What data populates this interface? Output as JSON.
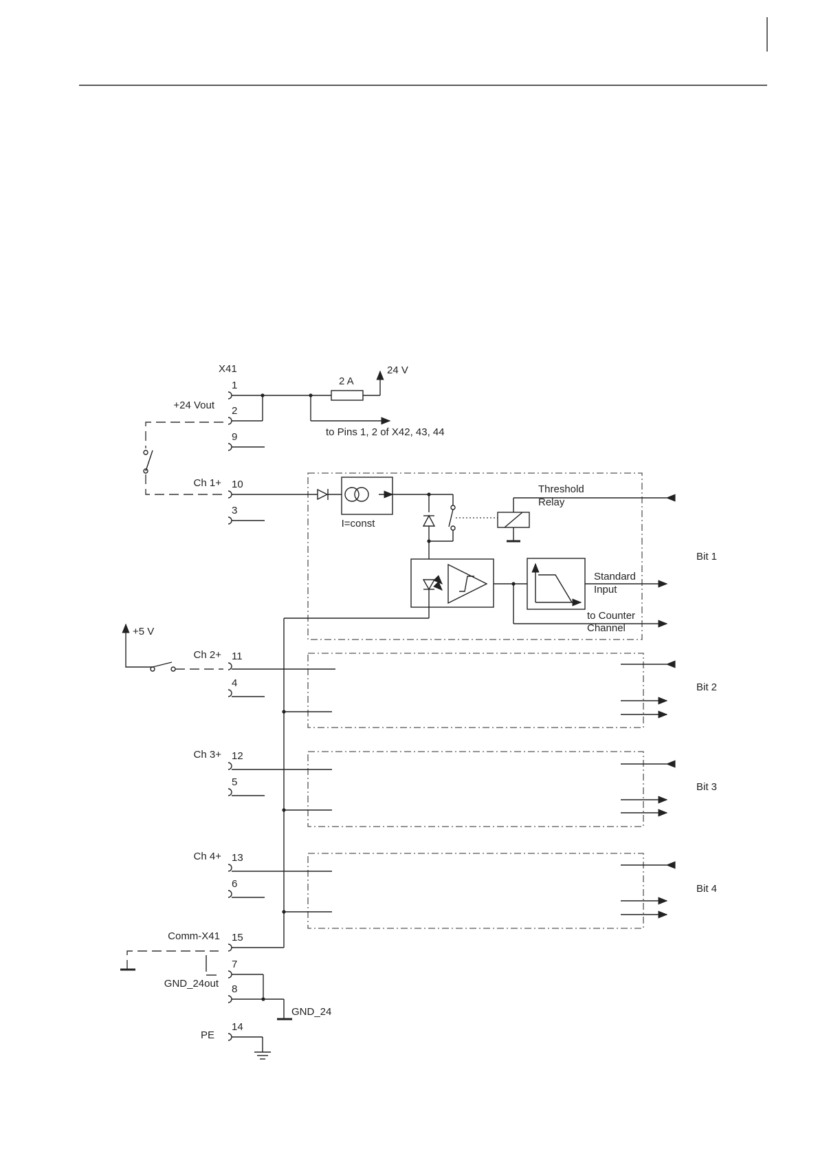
{
  "connector": "X41",
  "fuse": "2 A",
  "supply_24v": "24 V",
  "to_pins": "to Pins 1, 2 of X42, 43, 44",
  "supply_5v": "+5 V",
  "pins": [
    {
      "number": "1",
      "label": ""
    },
    {
      "number": "2",
      "label": "+24 Vout"
    },
    {
      "number": "9",
      "label": ""
    },
    {
      "number": "10",
      "label": "Ch 1+"
    },
    {
      "number": "3",
      "label": ""
    },
    {
      "number": "11",
      "label": "Ch 2+"
    },
    {
      "number": "4",
      "label": ""
    },
    {
      "number": "12",
      "label": "Ch 3+"
    },
    {
      "number": "5",
      "label": ""
    },
    {
      "number": "13",
      "label": "Ch 4+"
    },
    {
      "number": "6",
      "label": ""
    },
    {
      "number": "15",
      "label": "Comm-X41"
    },
    {
      "number": "7",
      "label": ""
    },
    {
      "number": "8",
      "label": "GND_24out"
    },
    {
      "number": "14",
      "label": "PE"
    }
  ],
  "gnd_24": "GND_24",
  "current_source": "I=const",
  "outputs": {
    "threshold": [
      "Threshold",
      "Relay"
    ],
    "standard": [
      "Standard",
      "Input"
    ],
    "counter": [
      "to Counter",
      "Channel"
    ]
  },
  "bits": [
    "Bit 1",
    "Bit 2",
    "Bit 3",
    "Bit 4"
  ]
}
